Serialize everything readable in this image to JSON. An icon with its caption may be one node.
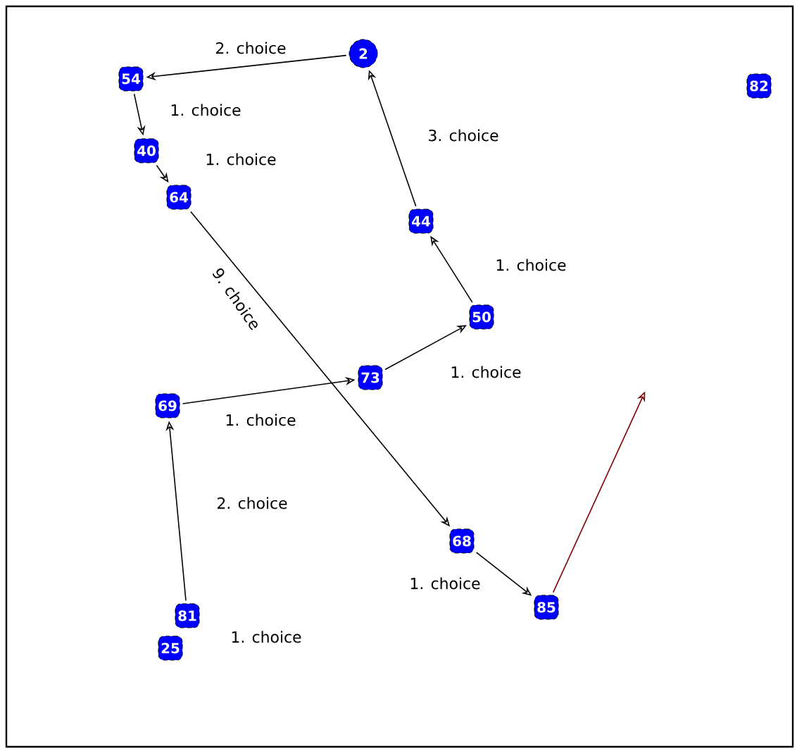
{
  "diagram": {
    "nodes": [
      {
        "text": [
          "54"
        ]
      },
      {
        "text": [
          "2"
        ]
      },
      {
        "text": [
          "40"
        ]
      },
      {
        "text": [
          "64"
        ]
      },
      {
        "text": [
          "44"
        ]
      },
      {
        "text": [
          "50"
        ]
      },
      {
        "text": [
          "73"
        ]
      },
      {
        "text": [
          "69"
        ]
      },
      {
        "text": [
          "68"
        ]
      },
      {
        "text": [
          "85"
        ]
      },
      {
        "text": [
          "81"
        ]
      },
      {
        "text": [
          "25"
        ]
      },
      {
        "text": [
          "82"
        ]
      }
    ],
    "edges": [
      {
        "from": 1,
        "to": 0,
        "arrow": "to",
        "label": "2. choice"
      },
      {
        "from": 0,
        "to": 2,
        "arrow": "to",
        "label": "1. choice"
      },
      {
        "from": 2,
        "to": 3,
        "arrow": "to",
        "label": "1. choice"
      },
      {
        "from": 3,
        "to": 8,
        "arrow": "to",
        "label": "9. choice"
      },
      {
        "from": 4,
        "to": 1,
        "arrow": "to",
        "label": "3. choice"
      },
      {
        "from": 5,
        "to": 4,
        "arrow": "to",
        "label": "1. choice"
      },
      {
        "from": 6,
        "to": 5,
        "arrow": "to",
        "label": "1. choice"
      },
      {
        "from": 7,
        "to": 6,
        "arrow": "to",
        "label": "1. choice"
      },
      {
        "from": 10,
        "to": 7,
        "arrow": "to",
        "label": "2. choice"
      },
      {
        "from": 8,
        "to": 9,
        "arrow": "to",
        "label": "1. choice"
      },
      {
        "from": 9,
        "to": null,
        "arrow": "to",
        "color": "#800000"
      }
    ],
    "labels": [
      "1. choice"
    ]
  }
}
